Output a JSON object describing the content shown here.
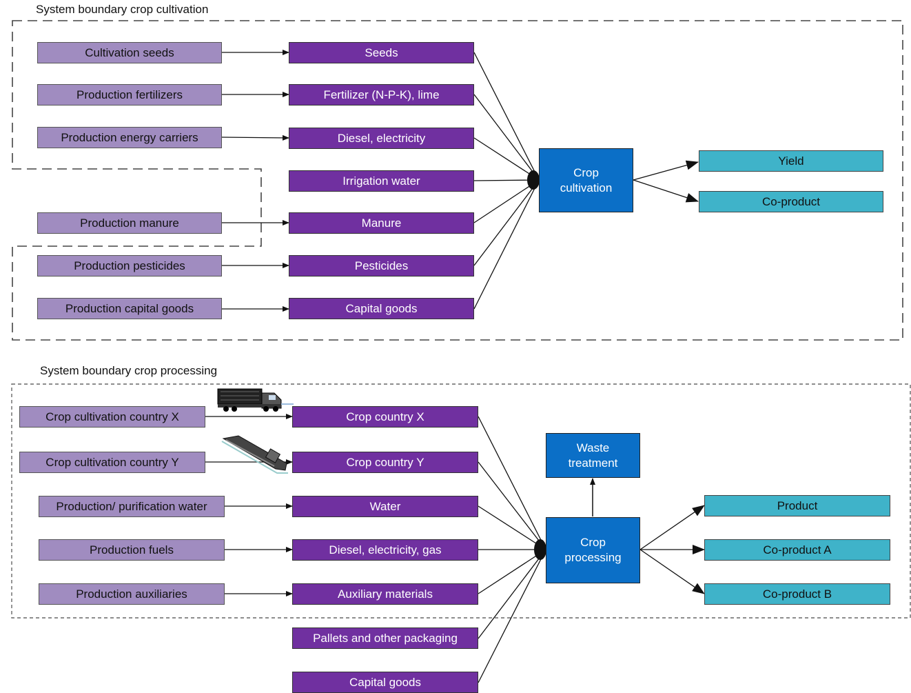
{
  "top": {
    "title": "System boundary crop cultivation",
    "sources": [
      "Cultivation seeds",
      "Production fertilizers",
      "Production energy carriers",
      "Production manure",
      "Production pesticides",
      "Production capital goods"
    ],
    "inputs": [
      "Seeds",
      "Fertilizer (N-P-K), lime",
      "Diesel, electricity",
      "Irrigation water",
      "Manure",
      "Pesticides",
      "Capital goods"
    ],
    "process": "Crop cultivation",
    "outputs": [
      "Yield",
      "Co-product"
    ]
  },
  "bottom": {
    "title": "System boundary crop processing",
    "sources": [
      "Crop cultivation country X",
      "Crop cultivation country Y",
      "Production/ purification water",
      "Production fuels",
      "Production auxiliaries"
    ],
    "inputs": [
      "Crop country X",
      "Crop country Y",
      "Water",
      "Diesel, electricity, gas",
      "Auxiliary materials",
      "Pallets and other packaging",
      "Capital goods"
    ],
    "process": "Crop processing",
    "waste": "Waste treatment",
    "outputs": [
      "Product",
      "Co-product A",
      "Co-product B"
    ]
  },
  "colors": {
    "source_box": "#a08cc0",
    "input_box": "#7030a0",
    "process_box": "#0b6fc7",
    "output_box": "#3fb3c9"
  },
  "icons": [
    "truck-icon",
    "ship-icon"
  ]
}
